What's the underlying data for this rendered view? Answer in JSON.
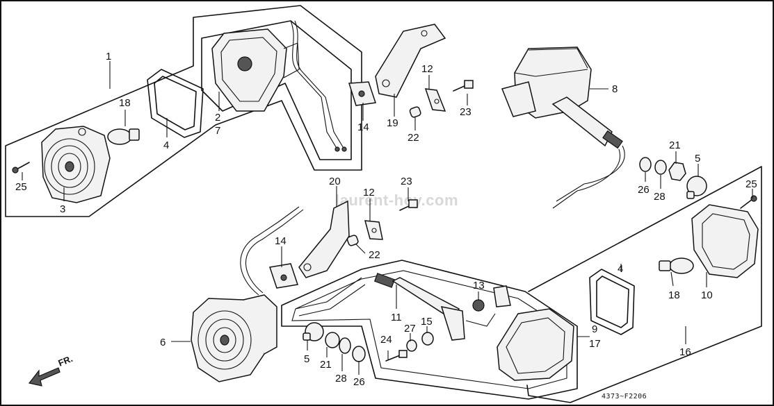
{
  "watermark": "laurent-hoy.com",
  "diagram_code": "4373~F2206",
  "front_indicator": "FR.",
  "callouts": {
    "c1": "1",
    "c2": "2",
    "c7": "7",
    "c3": "3",
    "c4a": "4",
    "c18a": "18",
    "c25a": "25",
    "c14a": "14",
    "c19": "19",
    "c12a": "12",
    "c22a": "22",
    "c23a": "23",
    "c8": "8",
    "c21a": "21",
    "c5a": "5",
    "c26a": "26",
    "c28a": "28",
    "c20": "20",
    "c12b": "12",
    "c23b": "23",
    "c14b": "14",
    "c22b": "22",
    "c6": "6",
    "c5b": "5",
    "c21b": "21",
    "c28b": "28",
    "c26b": "26",
    "c11": "11",
    "c13": "13",
    "c24": "24",
    "c27": "27",
    "c15": "15",
    "c9": "9",
    "c17": "17",
    "c4b": "4",
    "c18b": "18",
    "c10": "10",
    "c25b": "25",
    "c16": "16"
  }
}
